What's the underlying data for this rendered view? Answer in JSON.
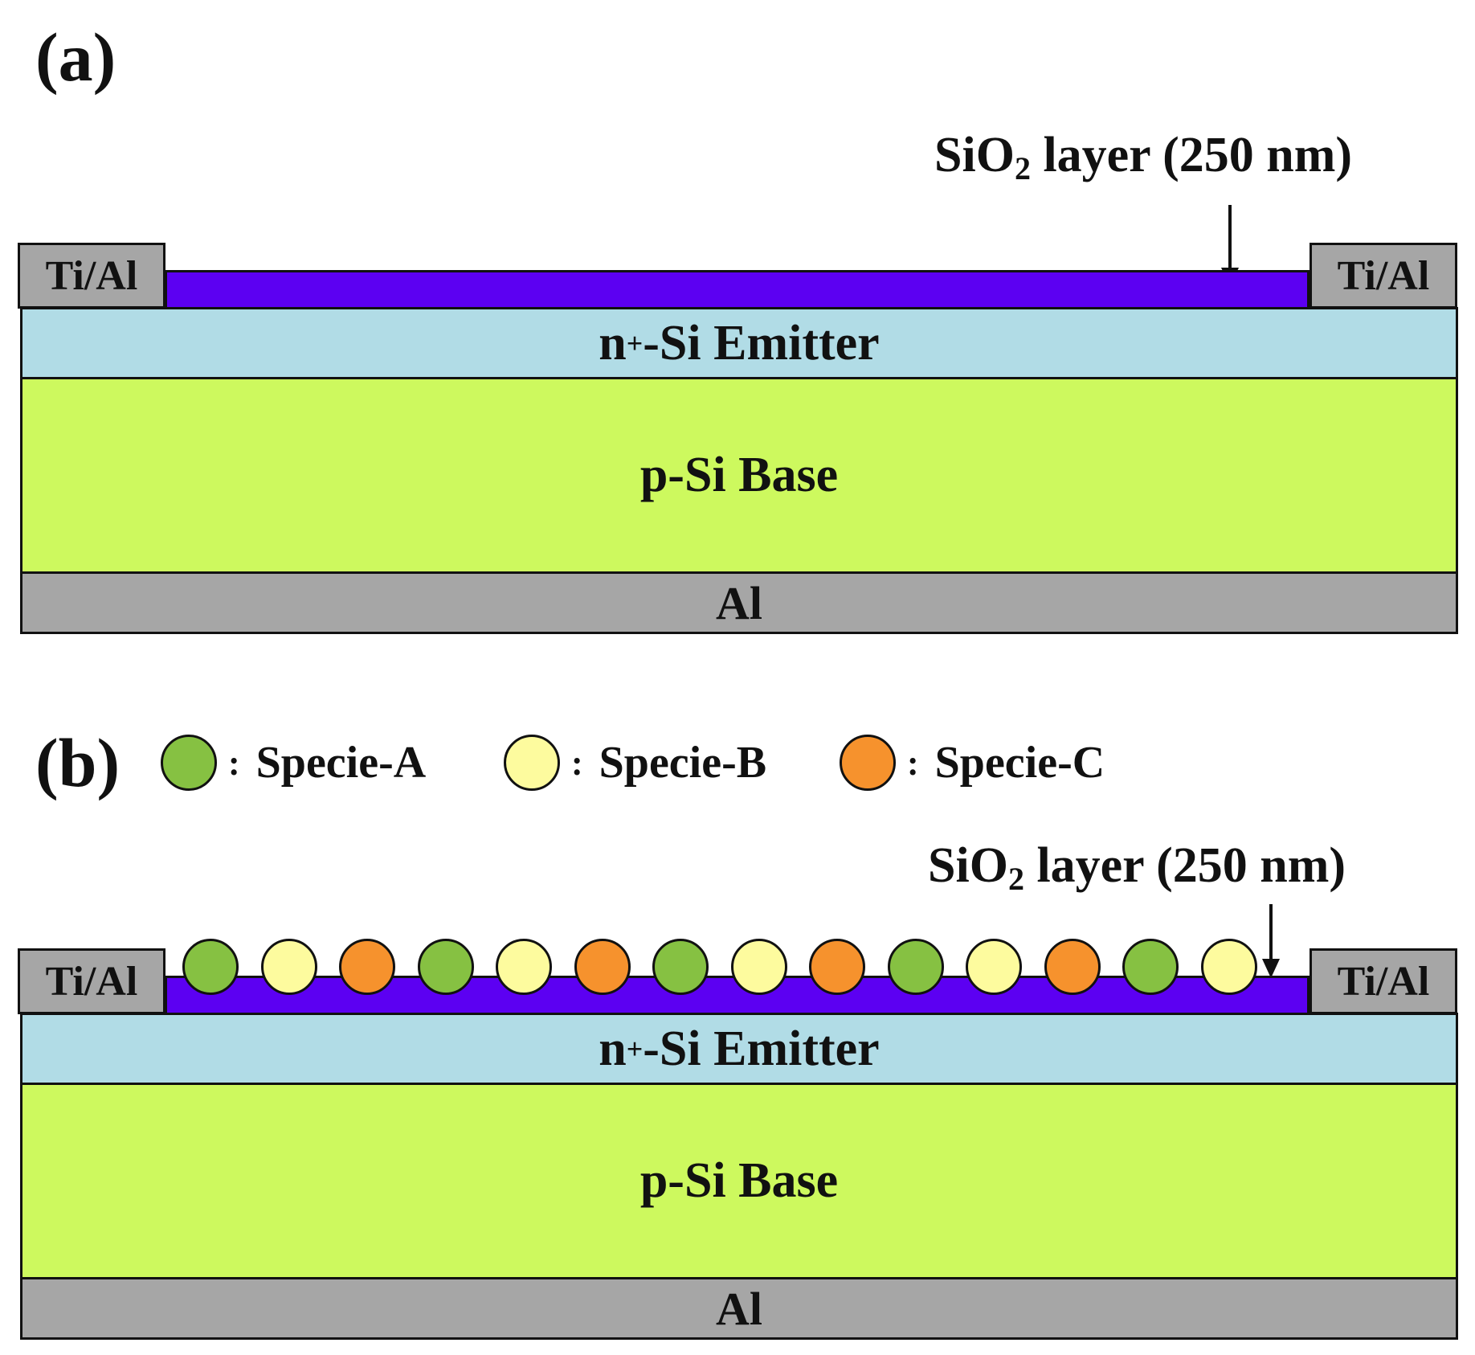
{
  "panel_a": {
    "label": "(a)",
    "sio2_label": "SiO",
    "sio2_sub": "2",
    "sio2_rest": " layer (250 nm)",
    "contact_left": "Ti/Al",
    "contact_right": "Ti/Al",
    "emitter_n": "n",
    "emitter_sup": "+",
    "emitter_rest": "-Si Emitter",
    "base": "p-Si Base",
    "backcontact": "Al"
  },
  "panel_b": {
    "label": "(b)",
    "legend": [
      {
        "name": "Specie-A",
        "color": "#86c142",
        "colon": ":"
      },
      {
        "name": "Specie-B",
        "color": "#fdfb9e",
        "colon": ":"
      },
      {
        "name": "Specie-C",
        "color": "#f6922d",
        "colon": ":"
      }
    ],
    "particles": [
      "A",
      "B",
      "C",
      "A",
      "B",
      "C",
      "A",
      "B",
      "C",
      "A",
      "B",
      "C",
      "A",
      "B"
    ],
    "sio2_label": "SiO",
    "sio2_sub": "2",
    "sio2_rest": " layer (250 nm)",
    "contact_left": "Ti/Al",
    "contact_right": "Ti/Al",
    "emitter_n": "n",
    "emitter_sup": "+",
    "emitter_rest": "-Si Emitter",
    "base": "p-Si Base",
    "backcontact": "Al"
  },
  "colors": {
    "oxide": "#5c00f2",
    "emitter": "#b1dce6",
    "base": "#cdf95e",
    "metal": "#a6a6a6",
    "specie_a": "#86c142",
    "specie_b": "#fdfb9e",
    "specie_c": "#f6922d"
  }
}
